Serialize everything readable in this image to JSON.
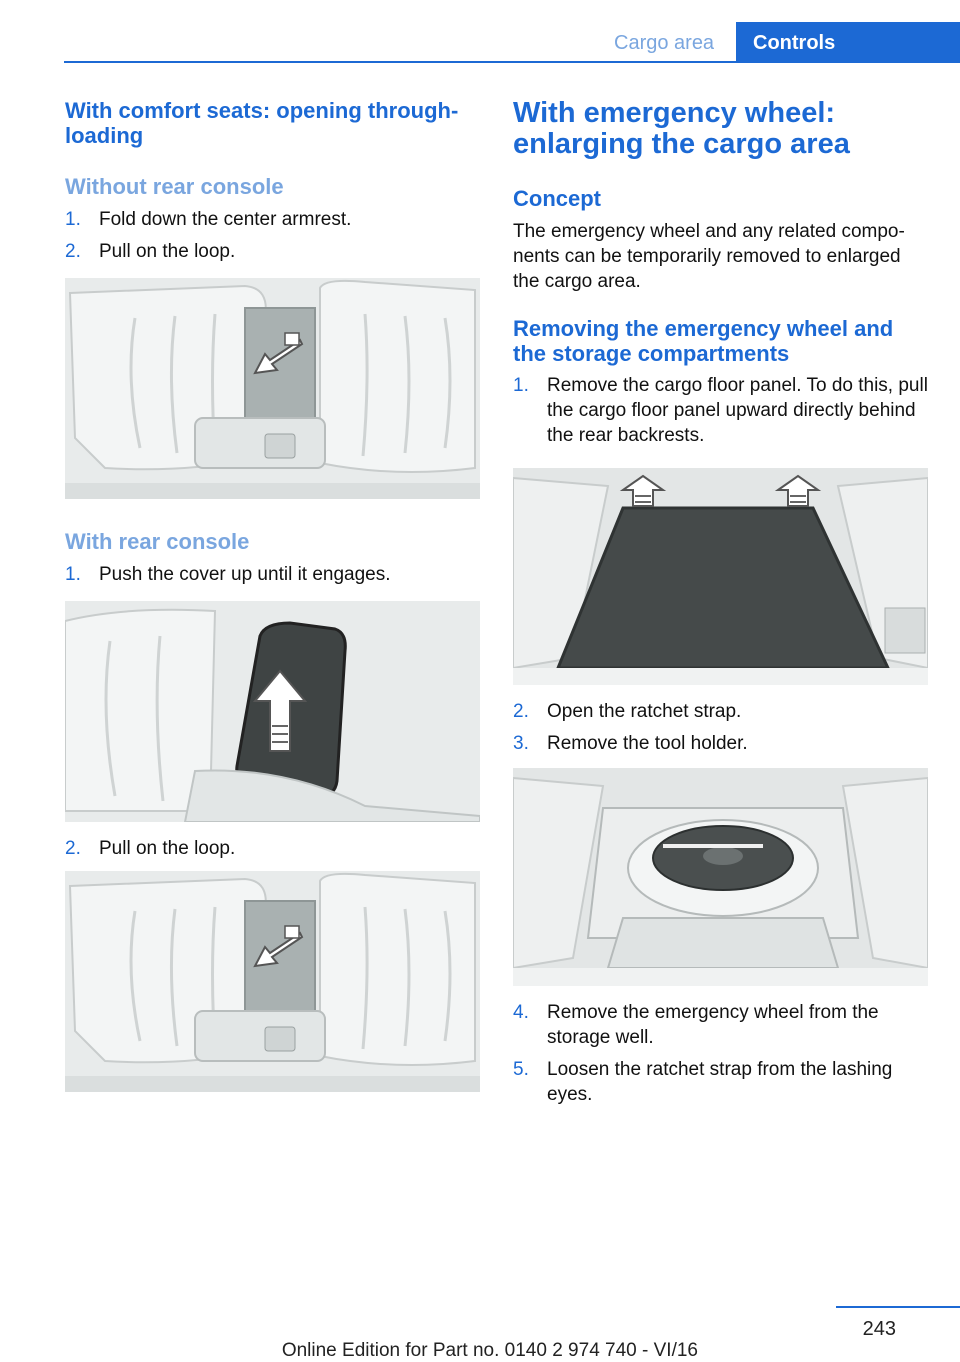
{
  "header": {
    "section": "Cargo area",
    "chapter": "Controls"
  },
  "left": {
    "heading": "With comfort seats: opening through‐loading",
    "sub1": {
      "title": "Without rear console",
      "steps": [
        {
          "num": "1.",
          "text": "Fold down the center armrest."
        },
        {
          "num": "2.",
          "text": "Pull on the loop."
        }
      ]
    },
    "sub2": {
      "title": "With rear console",
      "step1": {
        "num": "1.",
        "text": "Push the cover up until it engages."
      },
      "step2": {
        "num": "2.",
        "text": "Pull on the loop."
      }
    }
  },
  "right": {
    "heading": "With emergency wheel: enlarging the cargo area",
    "concept": {
      "title": "Concept",
      "text": "The emergency wheel and any related compo‐nents can be temporarily removed to enlarged the cargo area."
    },
    "removing": {
      "title": "Removing the emergency wheel and the storage compartments",
      "step1": {
        "num": "1.",
        "text": "Remove the cargo floor panel. To do this, pull the cargo floor panel upward directly behind the rear backrests."
      },
      "steps2": [
        {
          "num": "2.",
          "text": "Open the ratchet strap."
        },
        {
          "num": "3.",
          "text": "Remove the tool holder."
        }
      ],
      "steps3": [
        {
          "num": "4.",
          "text": "Remove the emergency wheel from the storage well."
        },
        {
          "num": "5.",
          "text": "Loosen the ratchet strap from the lashing eyes."
        }
      ]
    }
  },
  "footer": {
    "page_number": "243",
    "edition": "Online Edition for Part no. 0140 2 974 740 - VI/16"
  }
}
